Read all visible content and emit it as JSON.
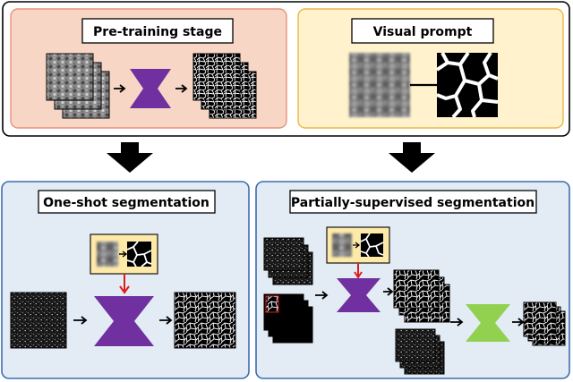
{
  "panels": {
    "pretraining": {
      "title": "Pre-training stage",
      "fill": "#f8d6c6",
      "border": "#e8937a"
    },
    "visual_prompt": {
      "title": "Visual prompt",
      "fill": "#fff2cc",
      "border": "#e8b84a"
    },
    "one_shot": {
      "title": "One-shot segmentation",
      "fill": "#e3ebf5",
      "border": "#3d6dad"
    },
    "partially_supervised": {
      "title": "Partially-supervised segmentation",
      "fill": "#e3ebf5",
      "border": "#3d6dad"
    }
  },
  "colors": {
    "network_purple": "#7030a0",
    "network_green": "#92d050",
    "prompt_arrow_red": "#e01b1b",
    "prompt_box_fill": "#fde9a8"
  },
  "icons": {
    "flow_arrow": "down-arrow-icon",
    "network": "encoder-decoder-icon"
  }
}
